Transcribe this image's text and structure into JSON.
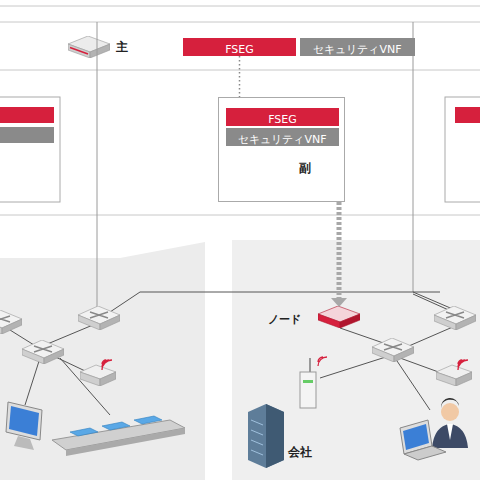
{
  "diagram": {
    "nodes": [
      {
        "text": [
          "FSEG"
        ]
      },
      {
        "text": [
          "セキュリティVNF"
        ]
      },
      {
        "text": [
          "副"
        ]
      },
      {
        "text": [
          "FSEG"
        ],
        "in": 2
      },
      {
        "text": [
          "セキュリティVNF"
        ],
        "in": 2
      },
      {
        "text": [
          "ノード"
        ]
      }
    ],
    "edges": [
      {
        "from": 0,
        "to": 3,
        "arrow": "none"
      },
      {
        "from": 2,
        "to": 5,
        "arrow": "to"
      }
    ],
    "labels": [
      "主",
      "会社"
    ]
  }
}
